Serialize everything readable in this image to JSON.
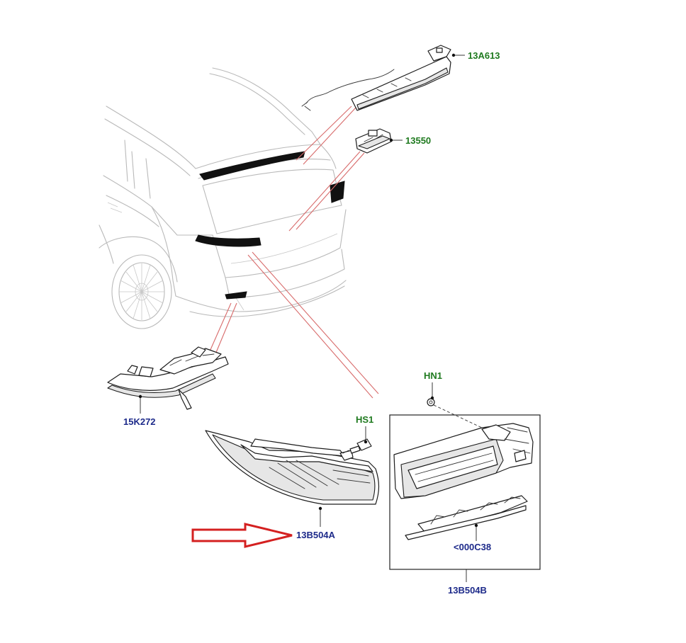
{
  "colors": {
    "green_label": "#1f7a1f",
    "blue_label": "#1d2a8a",
    "leader_red": "#d86b6b",
    "arrow_red": "#d42020",
    "car_outline": "#b9b9b9"
  },
  "callouts": {
    "high_mount_strip": "13A613",
    "plate_lamp": "13550",
    "lower_reflector": "15K272",
    "screw": "HS1",
    "tail_lamp": "13B504A",
    "nut": "HN1",
    "seal": "<000C38",
    "inner_lamp_assembly": "13B504B"
  }
}
